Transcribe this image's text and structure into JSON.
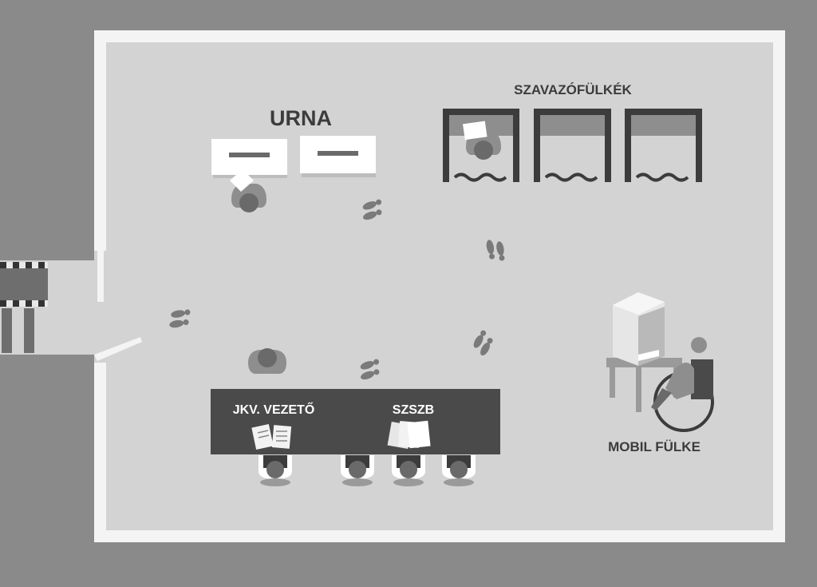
{
  "labels": {
    "urna": "URNA",
    "booths": "SZAVAZÓFÜLKÉK",
    "mobile_booth": "MOBIL FÜLKE",
    "minutes_keeper": "JKV. VEZETŐ",
    "committee": "SZSZB"
  },
  "colors": {
    "outer": "#8a8a8a",
    "wall": "#f4f4f4",
    "floor": "#d3d3d3",
    "dark": "#3c3c3c",
    "table": "#4a4a4a",
    "white": "#ffffff",
    "person_dark": "#707070",
    "person_light": "#8e8e8e"
  },
  "icons": {
    "ballot_box": "ballot-box-icon",
    "voting_booth": "voting-booth-icon",
    "person": "person-icon",
    "footprints": "footprints-icon",
    "wheelchair": "wheelchair-icon",
    "papers": "papers-icon"
  }
}
